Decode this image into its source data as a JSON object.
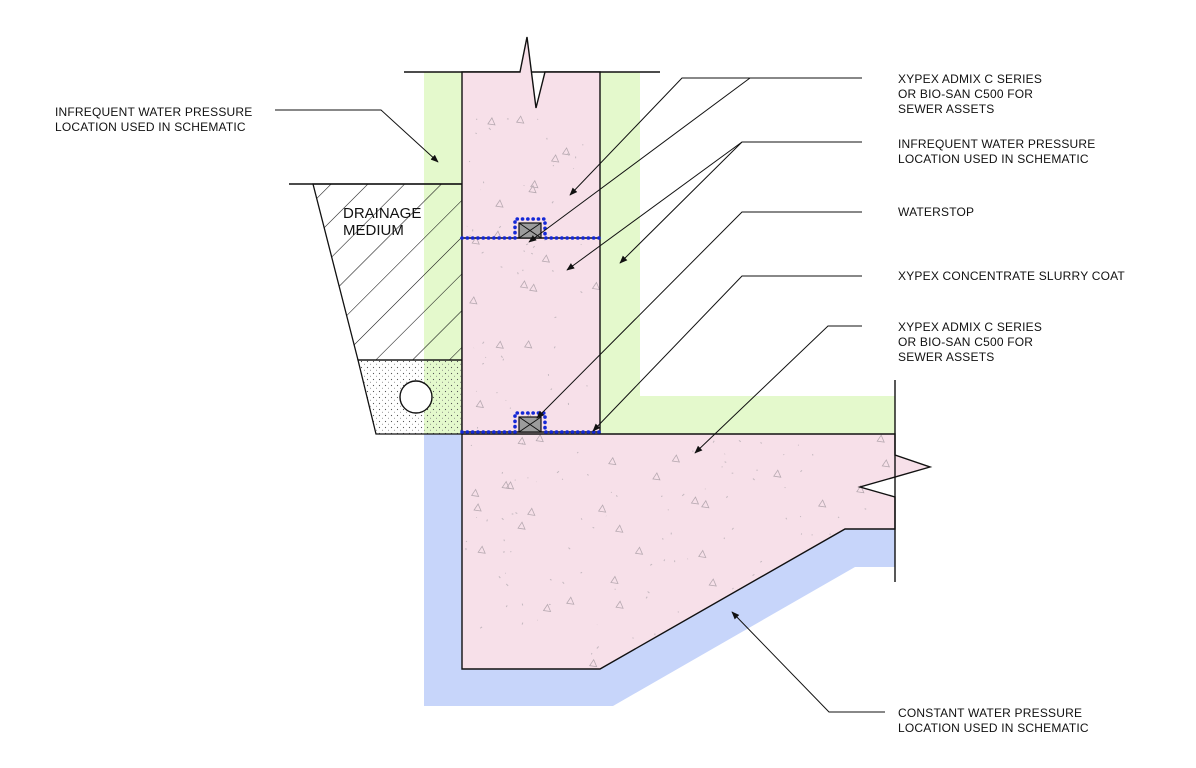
{
  "colors": {
    "infrequent_zone": "#e4f9cc",
    "constant_zone": "#c7d5fa",
    "concrete": "#f7e0e9",
    "waterstop_dots": "#1428d6",
    "line": "#111111"
  },
  "labels": {
    "left_infrequent": {
      "lines": [
        "INFREQUENT WATER PRESSURE",
        "LOCATION USED IN SCHEMATIC"
      ]
    },
    "admix_top": {
      "lines": [
        "XYPEX ADMIX C SERIES",
        "OR BIO-SAN C500 FOR",
        "SEWER ASSETS"
      ]
    },
    "right_infrequent": {
      "lines": [
        "INFREQUENT WATER PRESSURE",
        "LOCATION USED IN SCHEMATIC"
      ]
    },
    "waterstop": {
      "lines": [
        "WATERSTOP"
      ]
    },
    "slurry": {
      "lines": [
        "XYPEX CONCENTRATE SLURRY COAT"
      ]
    },
    "admix_bottom": {
      "lines": [
        "XYPEX ADMIX C SERIES",
        "OR BIO-SAN C500 FOR",
        "SEWER ASSETS"
      ]
    },
    "constant": {
      "lines": [
        "CONSTANT WATER PRESSURE",
        "LOCATION USED IN SCHEMATIC"
      ]
    },
    "drainage": {
      "lines": [
        "DRAINAGE",
        "MEDIUM"
      ]
    }
  }
}
